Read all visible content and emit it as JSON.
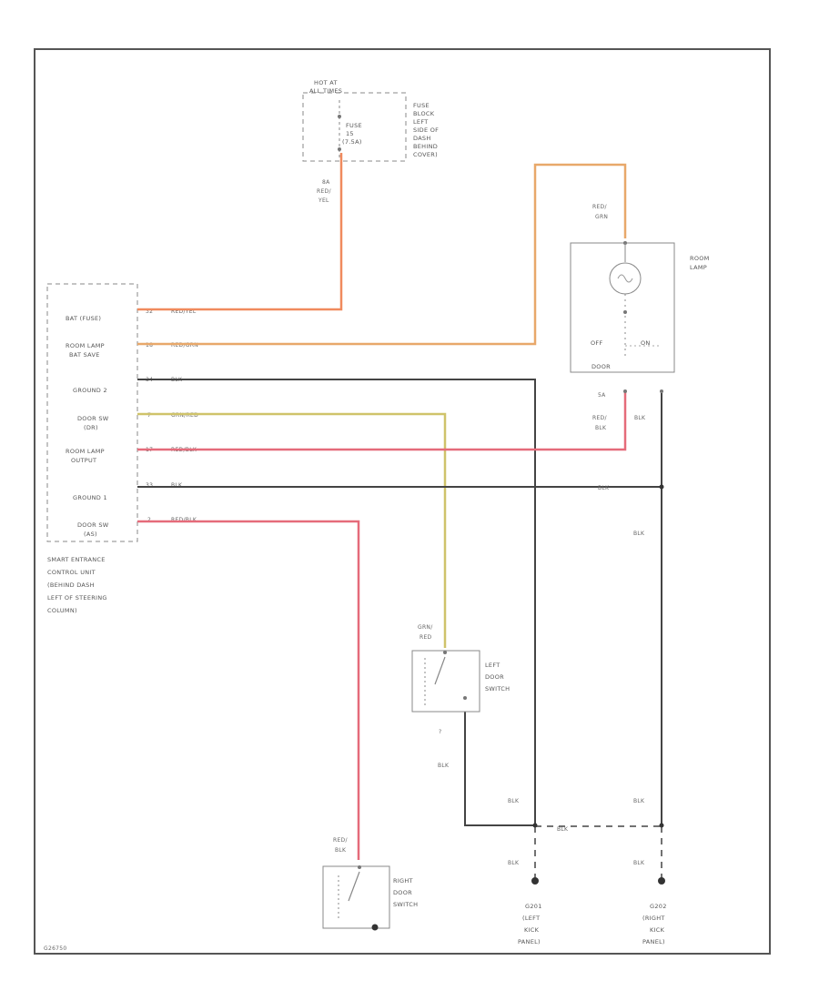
{
  "fuse_block": {
    "hot_label": [
      "HOT AT",
      "ALL TIMES"
    ],
    "fuse_label": [
      "FUSE",
      "15",
      "(7.5A)"
    ],
    "location_label": [
      "FUSE",
      "BLOCK",
      "LEFT",
      "SIDE OF",
      "DASH",
      "BEHIND",
      "COVER)"
    ],
    "wire_label": [
      "8A",
      "RED/",
      "YEL"
    ]
  },
  "control_unit": {
    "pins": [
      {
        "name": "BAT (FUSE)",
        "num": "32",
        "wire": "RED/YEL"
      },
      {
        "name": "ROOM LAMP BAT SAVE",
        "num": "18",
        "wire": "RED/GRN"
      },
      {
        "name": "GROUND 2",
        "num": "34",
        "wire": "BLK"
      },
      {
        "name": "DOOR SW (DR)",
        "num": "7",
        "wire": "GRN/RED"
      },
      {
        "name": "ROOM LAMP OUTPUT",
        "num": "17",
        "wire": "RED/BLK"
      },
      {
        "name": "GROUND 1",
        "num": "33",
        "wire": "BLK"
      },
      {
        "name": "DOOR SW (AS)",
        "num": "2",
        "wire": "RED/BLK"
      }
    ],
    "pin_labels": [
      [
        "BAT (FUSE)"
      ],
      [
        "ROOM LAMP",
        "BAT SAVE"
      ],
      [
        "GROUND 2"
      ],
      [
        "DOOR SW",
        "(DR)"
      ],
      [
        "ROOM LAMP",
        "OUTPUT"
      ],
      [
        "GROUND 1"
      ],
      [
        "DOOR SW",
        "(AS)"
      ]
    ],
    "location_label": [
      "SMART ENTRANCE",
      "CONTROL UNIT",
      "(BEHIND DASH",
      "LEFT OF STEERING",
      "COLUMN)"
    ]
  },
  "room_lamp": {
    "label": [
      "ROOM",
      "LAMP"
    ],
    "top_wire": [
      "RED/",
      "GRN"
    ],
    "switch_left": "OFF",
    "switch_right": "ON",
    "door_label": "DOOR",
    "left_wire": [
      "5A",
      "RED/",
      "BLK"
    ],
    "right_wire": "BLK"
  },
  "left_door_switch": {
    "label": [
      "LEFT",
      "DOOR",
      "SWITCH"
    ],
    "wire": [
      "GRN/",
      "RED"
    ],
    "ground_wire": "BLK"
  },
  "right_door_switch": {
    "label": [
      "RIGHT",
      "DOOR",
      "SWITCH"
    ],
    "wire": [
      "RED/",
      "BLK"
    ]
  },
  "grounds": {
    "left": {
      "label": [
        "G201",
        "(LEFT",
        "KICK",
        "PANEL)"
      ]
    },
    "right": {
      "label": [
        "G202",
        "(RIGHT",
        "KICK",
        "PANEL)"
      ]
    }
  },
  "wire_labels": {
    "blk_ground1_right": "BLK",
    "blk_vertical_right": "BLK",
    "blk_left_ground_upper": "BLK",
    "blk_left_ground_lower": "BLK",
    "blk_right_ground_upper": "BLK",
    "blk_right_ground_lower": "BLK",
    "blk_splice": "BLK",
    "blk_left_switch": "BLK"
  },
  "footer_code": "G26750",
  "colors": {
    "red_yel": "#f08a5d",
    "red_grn": "#e8a86a",
    "red_blk": "#e56b7a",
    "grn_red": "#cfc36a",
    "blk": "#444444",
    "frame": "#555555"
  }
}
